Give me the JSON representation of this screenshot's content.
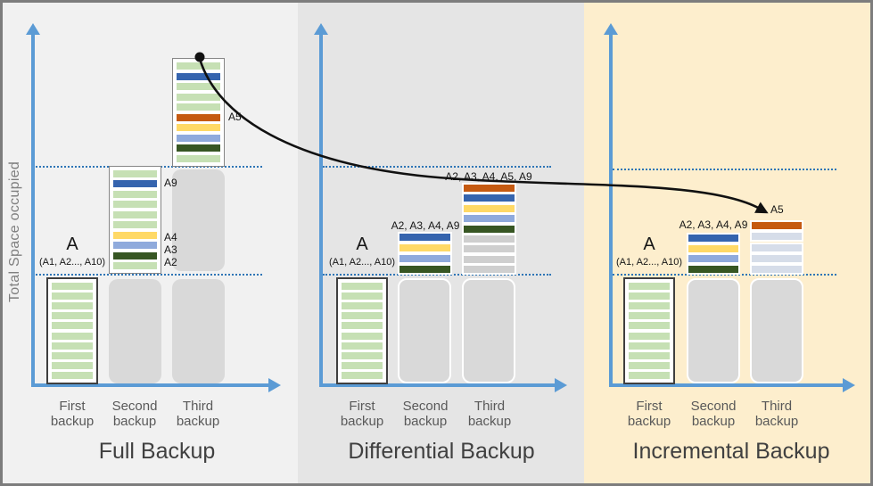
{
  "palette": {
    "panel_full_bg": "#f1f1f1",
    "panel_differential_bg": "#e5e5e5",
    "panel_incremental_bg": "#fdeecd",
    "axis_blue": "#5b9bd5",
    "guideline_blue": "#2e75b6",
    "frame_gray": "#7d7d7d",
    "ghost_gray": "#d9d9d9",
    "curve_black": "#111111",
    "green": "#c6e0b4",
    "blue": "#3564ae",
    "yellow": "#ffd966",
    "lightblue": "#8faadc",
    "darkgreen": "#375623",
    "orange": "#c55a11",
    "gray": "#cfcfcf",
    "paleblue": "#d6dde9"
  },
  "y_axis_label": "Total Space occupied",
  "first_backup_label": {
    "letter": "A",
    "contents": "(A1, A2..., A10)"
  },
  "panels": [
    {
      "title": "Full Backup",
      "ticks": [
        "First backup",
        "Second backup",
        "Third backup"
      ],
      "annotations": {
        "a9": "A9",
        "a4": "A4",
        "a3": "A3",
        "a2": "A2",
        "a5": "A5"
      },
      "bars": {
        "first": [
          "green",
          "green",
          "green",
          "green",
          "green",
          "green",
          "green",
          "green",
          "green",
          "green"
        ],
        "second": [
          "green",
          "blue",
          "green",
          "green",
          "green",
          "green",
          "yellow",
          "lightblue",
          "darkgreen",
          "green"
        ],
        "third": [
          "green",
          "blue",
          "green",
          "green",
          "green",
          "orange",
          "yellow",
          "lightblue",
          "darkgreen",
          "green"
        ]
      }
    },
    {
      "title": "Differential Backup",
      "ticks": [
        "First backup",
        "Second backup",
        "Third backup"
      ],
      "annotations": {
        "second": "A2, A3, A4, A9",
        "third": "A2, A3, A4, A5, A9"
      },
      "bars": {
        "first": [
          "green",
          "green",
          "green",
          "green",
          "green",
          "green",
          "green",
          "green",
          "green",
          "green"
        ],
        "second": [
          "blue",
          "yellow",
          "lightblue",
          "darkgreen"
        ],
        "third": [
          "orange",
          "blue",
          "yellow",
          "lightblue",
          "darkgreen",
          "gray",
          "gray",
          "gray",
          "gray"
        ]
      }
    },
    {
      "title": "Incremental Backup",
      "ticks": [
        "First backup",
        "Second backup",
        "Third backup"
      ],
      "annotations": {
        "second": "A2, A3, A4, A9",
        "third": "A5"
      },
      "bars": {
        "first": [
          "green",
          "green",
          "green",
          "green",
          "green",
          "green",
          "green",
          "green",
          "green",
          "green"
        ],
        "second": [
          "blue",
          "yellow",
          "lightblue",
          "darkgreen"
        ],
        "third": [
          "orange",
          "paleblue",
          "paleblue",
          "paleblue",
          "paleblue"
        ]
      }
    }
  ]
}
